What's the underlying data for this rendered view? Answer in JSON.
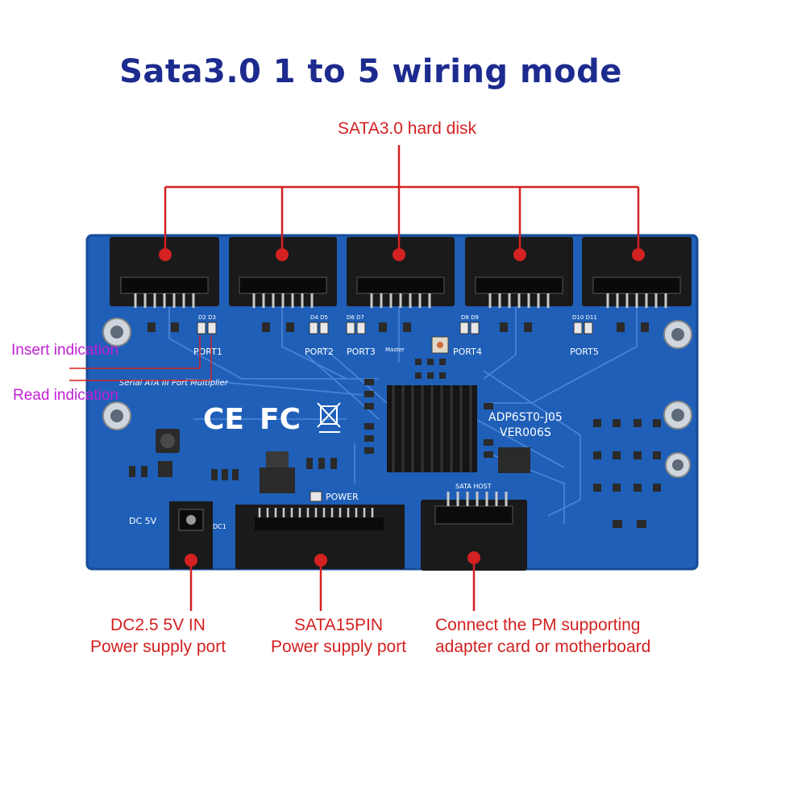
{
  "title": "Sata3.0 1 to 5 wiring mode",
  "callouts": {
    "hard_disk": "SATA3.0 hard disk",
    "insert": "Insert indication",
    "read": "Read indication",
    "dc_in": [
      "DC2.5 5V IN",
      "Power supply port"
    ],
    "sata15": [
      "SATA15PIN",
      "Power supply port"
    ],
    "host": [
      "Connect the PM supporting",
      "adapter card or motherboard"
    ]
  },
  "board": {
    "port_labels": [
      "PORT1",
      "PORT2",
      "PORT3",
      "PORT4",
      "PORT5"
    ],
    "led_labels": [
      "D2  D3",
      "D4  D5",
      "D6  D7",
      "D8  D9",
      "D10  D11"
    ],
    "silkscreen": "Serial ATA III Port Multiplier",
    "model": "ADP6ST0-J05",
    "version": "VER006S",
    "power": "POWER",
    "sata_host": "SATA HOST",
    "dc": "DC 5V",
    "dc1": "DC1",
    "master": "Master",
    "ce": "CE",
    "fc": "FC"
  },
  "colors": {
    "board": "#1f5fb8",
    "board_dark": "#174b96",
    "title": "#1d2b8f",
    "callout": "#d42121",
    "indicator": "#c21fd6",
    "connector": "#1a1a1a",
    "heatsink": "#151515"
  }
}
